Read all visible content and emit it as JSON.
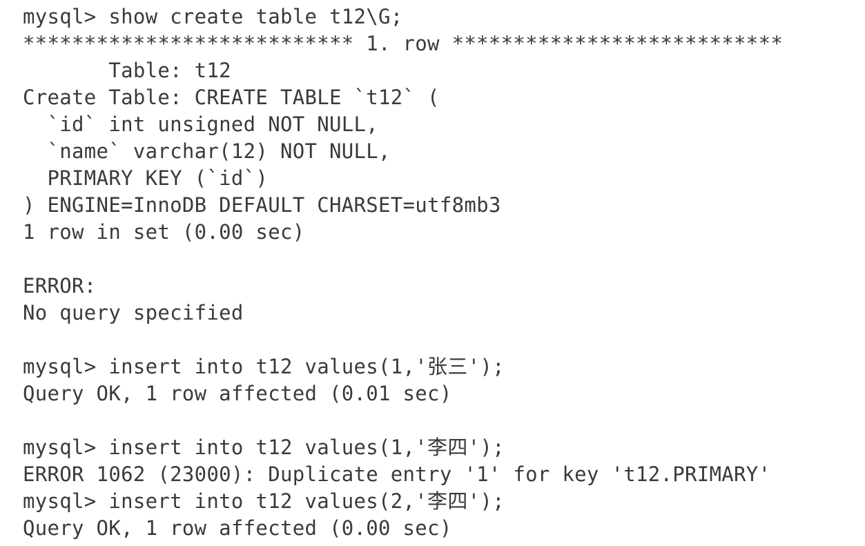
{
  "terminal": {
    "background_color": "#ffffff",
    "text_color": "#3a3a3a",
    "session": {
      "commands": [
        {
          "prompt": "mysql>",
          "command": "show create table t12\\G;"
        },
        {
          "prompt": "mysql>",
          "command": "insert into t12 values(1,'张三');"
        },
        {
          "prompt": "mysql>",
          "command": "insert into t12 values(1,'李四');"
        },
        {
          "prompt": "mysql>",
          "command": "insert into t12 values(2,'李四');"
        }
      ],
      "results": [
        "1 row in set (0.00 sec)",
        "No query specified",
        "Query OK, 1 row affected (0.01 sec)",
        "ERROR 1062 (23000): Duplicate entry '1' for key 't12.PRIMARY'",
        "Query OK, 1 row affected (0.00 sec)"
      ]
    },
    "lines": [
      "mysql> show create table t12\\G;",
      "*************************** 1. row ***************************",
      "       Table: t12",
      "Create Table: CREATE TABLE `t12` (",
      "  `id` int unsigned NOT NULL,",
      "  `name` varchar(12) NOT NULL,",
      "  PRIMARY KEY (`id`)",
      ") ENGINE=InnoDB DEFAULT CHARSET=utf8mb3",
      "1 row in set (0.00 sec)",
      "",
      "ERROR: ",
      "No query specified",
      "",
      "mysql> insert into t12 values(1,'张三');",
      "Query OK, 1 row affected (0.01 sec)",
      "",
      "mysql> insert into t12 values(1,'李四');",
      "ERROR 1062 (23000): Duplicate entry '1' for key 't12.PRIMARY'",
      "mysql> insert into t12 values(2,'李四');",
      "Query OK, 1 row affected (0.00 sec)"
    ]
  }
}
